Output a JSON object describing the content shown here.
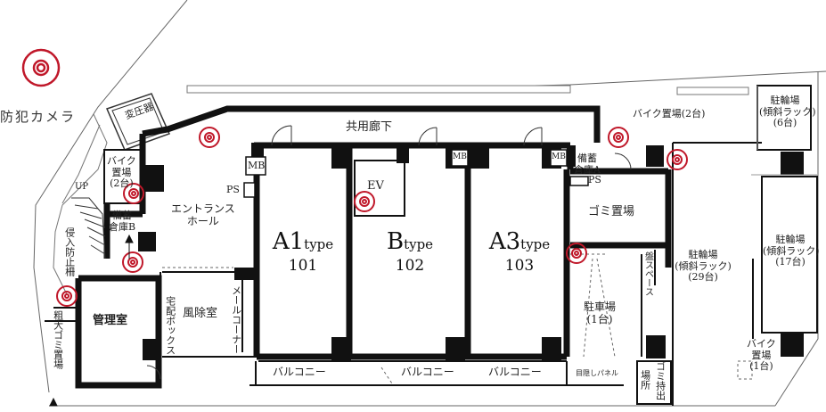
{
  "legend": {
    "label": "防犯カメラ",
    "color": "#c0182a"
  },
  "units": [
    {
      "type_main": "A1",
      "type_suffix": "type",
      "number": "101"
    },
    {
      "type_main": "B",
      "type_suffix": "type",
      "number": "102"
    },
    {
      "type_main": "A3",
      "type_suffix": "type",
      "number": "103"
    }
  ],
  "rooms": {
    "corridor": "共用廊下",
    "bike_2": "バイク置場(2台)",
    "entrance_hall": [
      "エントランス",
      "ホール"
    ],
    "bike_left": [
      "バイク",
      "置場",
      "(2台)"
    ],
    "storage_b": [
      "備蓄",
      "倉庫B"
    ],
    "storage_a": [
      "備蓄",
      "倉庫A"
    ],
    "ev": "EV",
    "garbage": "ゴミ置場",
    "manager": "管理室",
    "windbreak": "風除室",
    "delivery_box": "宅配ボックス",
    "mail_corner": "メールコーナー",
    "transformer": "変圧器",
    "intrusion_fence": "侵入防止柵",
    "bulky_garbage": "粗大ゴミ置場",
    "parking": [
      "駐車場",
      "(1台)"
    ],
    "bicycle_mid": [
      "駐輪場",
      "(傾斜ラック)",
      "(29台)"
    ],
    "bicycle_top": [
      "駐輪場",
      "(傾斜ラック)",
      "(6台)"
    ],
    "bicycle_right": [
      "駐輪場",
      "(傾斜ラック)",
      "(17台)"
    ],
    "bike_right": [
      "バイク",
      "置場",
      "(1台)"
    ],
    "board_space": "盤スペース",
    "garbage_out": "ゴミ持出",
    "place": "場所",
    "screen_panel": "目隠しパネル",
    "mb": "MB",
    "ps": "PS",
    "up": "UP",
    "balconies": [
      "バルコニー",
      "バルコニー",
      "バルコニー"
    ]
  }
}
